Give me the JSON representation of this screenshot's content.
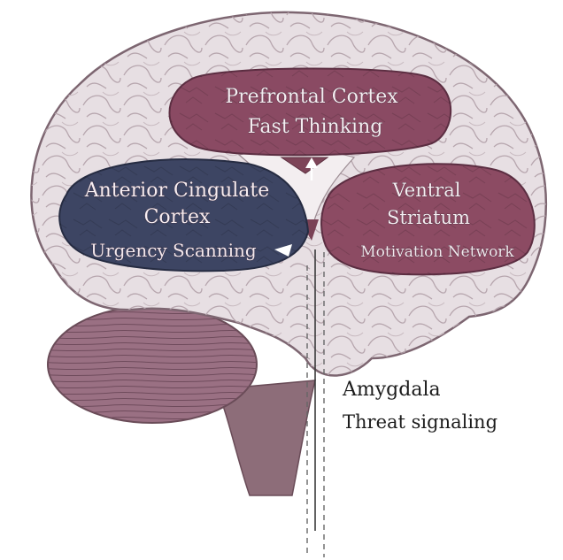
{
  "colors": {
    "brain_tissue": "#e7dfe3",
    "brain_outline": "#7d6671",
    "prefrontal_fill": "#8a4a63",
    "anterior_cingulate_fill": "#3d4563",
    "ventral_striatum_fill": "#8c4b63",
    "cerebellum_fill": "#9a7083",
    "brainstem_fill": "#8d6d79",
    "label_text": "#f6eef2",
    "callout_text": "#1c1c1c"
  },
  "regions": {
    "prefrontal": {
      "title": "Prefrontal Cortex",
      "subtitle": "Fast Thinking"
    },
    "anterior_cingulate": {
      "title_line1": "Anterior Cingulate",
      "title_line2": "Cortex",
      "subtitle": "Urgency Scanning"
    },
    "ventral_striatum": {
      "title_line1": "Ventral",
      "title_line2": "Striatum",
      "subtitle": "Motivation Network"
    }
  },
  "amygdala": {
    "title": "Amygdala",
    "subtitle": "Threat signaling"
  }
}
